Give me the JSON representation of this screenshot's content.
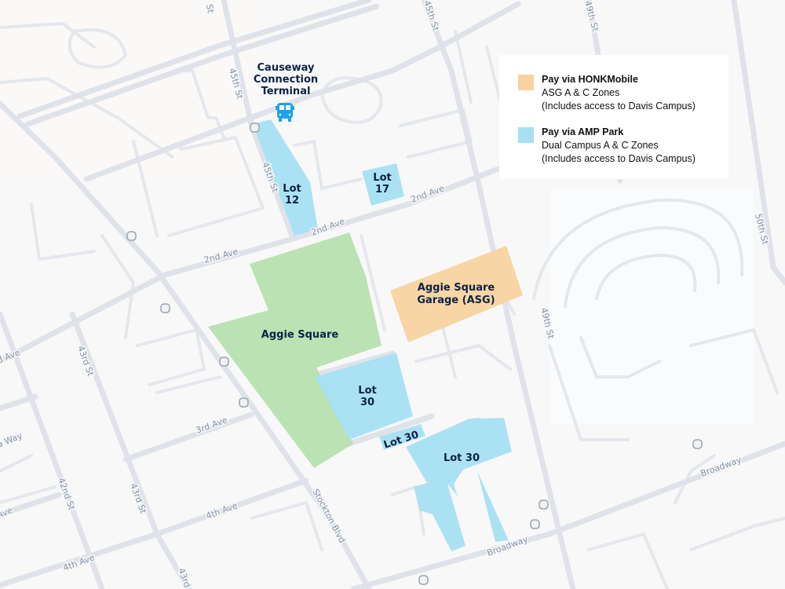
{
  "colors": {
    "honk_zone": "#f8d3a0",
    "amp_zone": "#a6e0f2",
    "aggie_square": "#b7e0ae",
    "bus_icon": "#1ba3e8",
    "label_text": "#0c2244"
  },
  "terminal": {
    "name_line1": "Causeway",
    "name_line2": "Connection",
    "name_line3": "Terminal",
    "icon": "bus-icon"
  },
  "zones": {
    "lot12": {
      "line1": "Lot",
      "line2": "12"
    },
    "lot17": {
      "line1": "Lot",
      "line2": "17"
    },
    "aggie_square": "Aggie Square",
    "asg": {
      "line1": "Aggie Square",
      "line2": "Garage (ASG)"
    },
    "lot30_a": {
      "line1": "Lot",
      "line2": "30"
    },
    "lot30_b": "Lot 30",
    "lot30_c": "Lot 30"
  },
  "streets": {
    "st_top": "St",
    "s45_top": "45th St",
    "s49_top": "49th St",
    "s45a": "45th St",
    "s45b": "45th St",
    "ave2_a": "2nd Ave",
    "ave2_b": "2nd Ave",
    "ave2_c": "2nd Ave",
    "ave2_left": "d Ave",
    "s43a": "43rd St",
    "s43b": "43rd St",
    "s43c": "43rd",
    "s42": "42nd St",
    "way": "a Way",
    "ave_left": "Ave",
    "ave3": "3rd Ave",
    "ave4a": "4th Ave",
    "ave4b": "4th Ave",
    "stockton": "Stockton Blvd",
    "s49": "49th St",
    "s50": "50th St",
    "broadway_a": "Broadway",
    "broadway_b": "Broadway"
  },
  "legend": {
    "items": [
      {
        "title": "Pay via HONKMobile",
        "line1": "ASG A & C Zones",
        "line2": "(Includes access to Davis Campus)"
      },
      {
        "title": "Pay via AMP Park",
        "line1": "Dual Campus A & C Zones",
        "line2": "(Includes access to Davis Campus)"
      }
    ]
  }
}
